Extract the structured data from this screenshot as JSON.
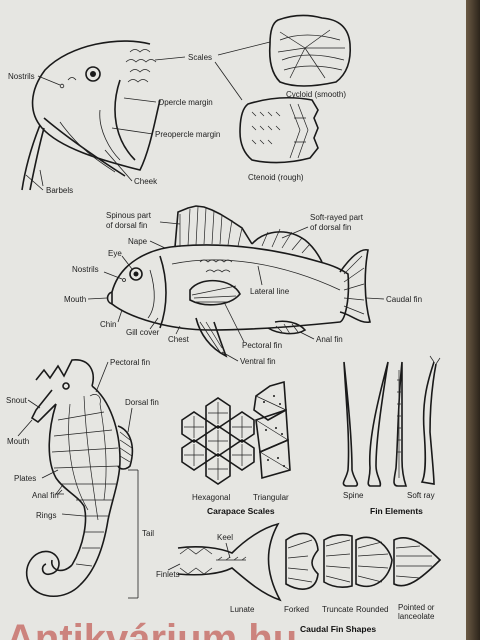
{
  "catfish": {
    "nostrils": "Nostrils",
    "scales": "Scales",
    "opercle_margin": "Opercle margin",
    "preopercle_margin": "Preopercle margin",
    "cheek": "Cheek",
    "barbels": "Barbels"
  },
  "scale_types": {
    "cycloid": "Cycloid (smooth)",
    "ctenoid": "Ctenoid (rough)"
  },
  "perch": {
    "spinous_dorsal": [
      "Spinous part",
      "of dorsal fin"
    ],
    "soft_dorsal": [
      "Soft-rayed part",
      "of dorsal fin"
    ],
    "nape": "Nape",
    "eye": "Eye",
    "nostrils": "Nostrils",
    "mouth": "Mouth",
    "lateral_line": "Lateral line",
    "caudal_fin": "Caudal fin",
    "chin": "Chin",
    "gill_cover": "Gill cover",
    "chest": "Chest",
    "pectoral_fin": "Pectoral fin",
    "anal_fin": "Anal fin",
    "ventral_fin": "Ventral fin"
  },
  "seahorse": {
    "pectoral_fin": "Pectoral fin",
    "snout": "Snout",
    "dorsal_fin": "Dorsal fin",
    "mouth": "Mouth",
    "plates": "Plates",
    "anal_fin": "Anal fin",
    "rings": "Rings",
    "tail": "Tail"
  },
  "carapace": {
    "hexagonal": "Hexagonal",
    "triangular": "Triangular",
    "title": "Carapace Scales"
  },
  "fin_elements": {
    "spine": "Spine",
    "soft_ray": "Soft ray",
    "title": "Fin Elements"
  },
  "caudal": {
    "keel": "Keel",
    "finlets": "Finlets",
    "lunate": "Lunate",
    "forked": "Forked",
    "truncate": "Truncate",
    "rounded": "Rounded",
    "pointed": [
      "Pointed or",
      "lanceolate"
    ],
    "title": "Caudal Fin Shapes"
  },
  "watermark": "Antikvárium.hu",
  "colors": {
    "page": "#e6e6e2",
    "ink": "#1a1a1a",
    "watermark": "#b7332c",
    "binding": "#3b3128"
  }
}
